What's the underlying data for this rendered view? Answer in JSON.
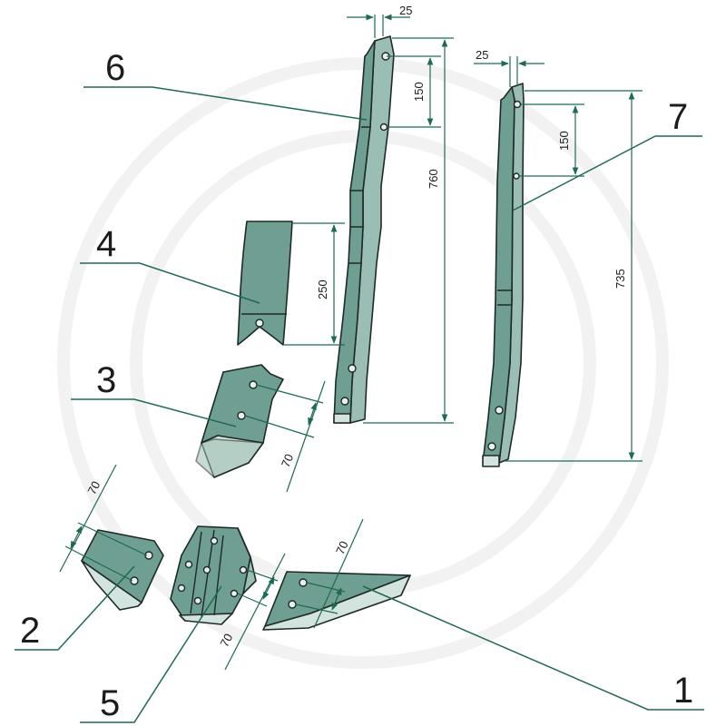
{
  "callouts": {
    "p1": "1",
    "p2": "2",
    "p3": "3",
    "p4": "4",
    "p5": "5",
    "p6": "6",
    "p7": "7"
  },
  "dimensions": {
    "d6_width": "25",
    "d6_hole": "150",
    "d6_length": "760",
    "d7_width": "25",
    "d7_hole": "150",
    "d7_length": "735",
    "d4_height": "250",
    "d3_hole": "70",
    "d2_hole": "70",
    "d5_hole": "70",
    "d1_hole": "70"
  },
  "colors": {
    "part": "#6f9e93",
    "part_light": "#d3e3dd",
    "dimension_line": "#1e6b4e"
  }
}
